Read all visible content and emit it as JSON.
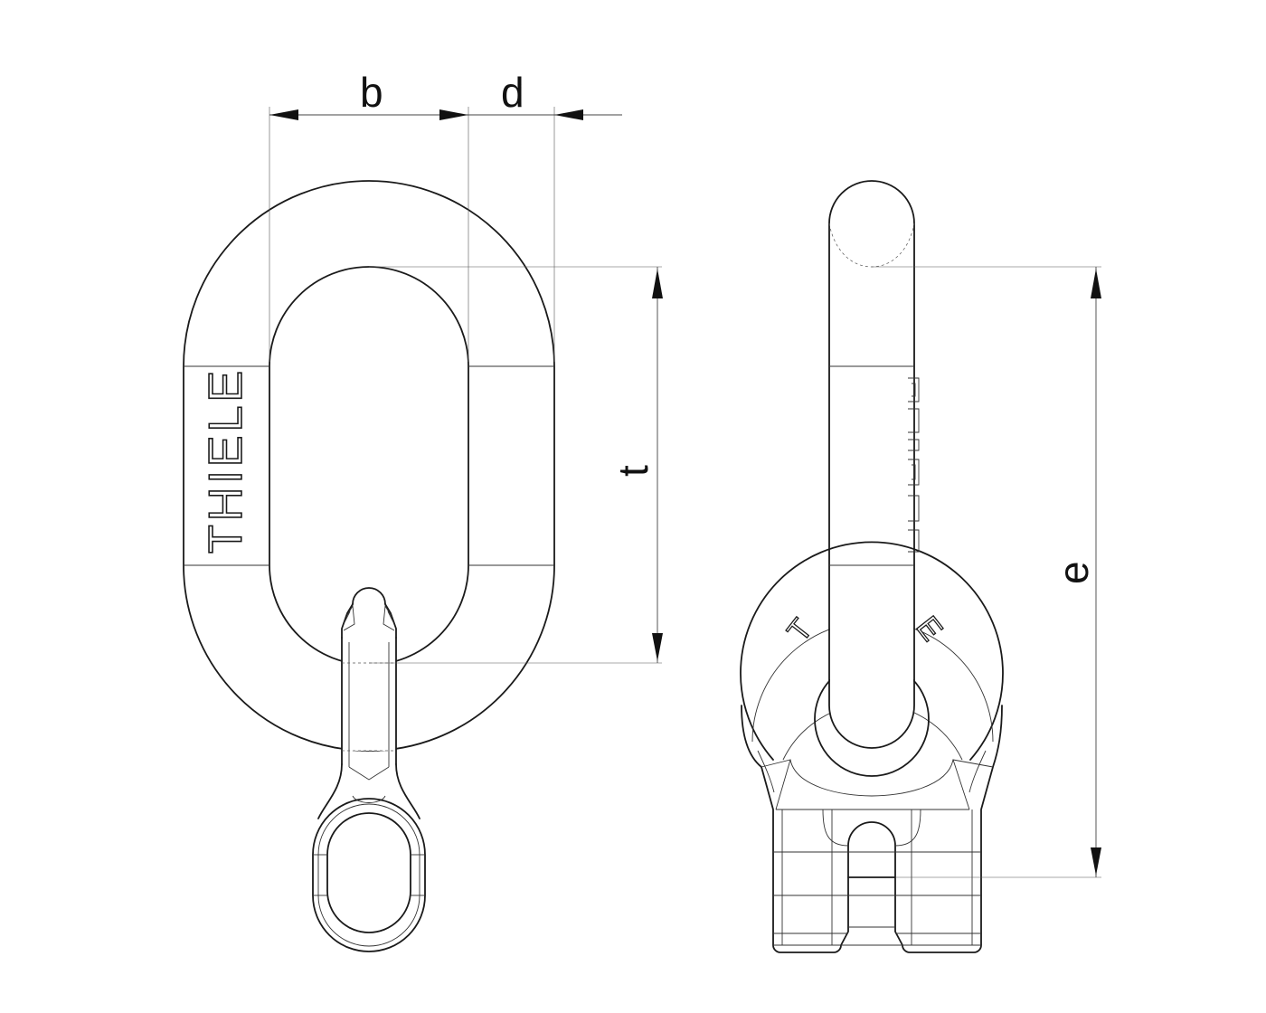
{
  "dimensions": {
    "b": "b",
    "d": "d",
    "t": "t",
    "e": "e"
  },
  "brand": {
    "ring_text": "THIELE",
    "side_text_left": "T",
    "side_text_right": "E"
  }
}
